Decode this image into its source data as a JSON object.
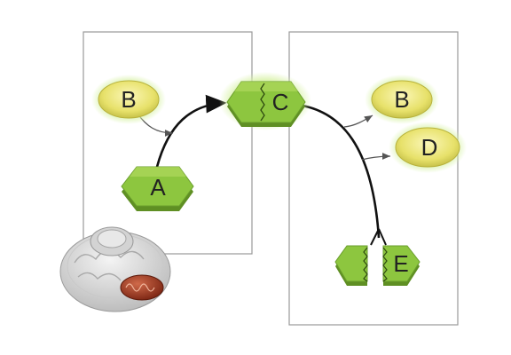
{
  "diagram": {
    "nodes": {
      "b_left": {
        "label": "B",
        "shape": "oval-glow"
      },
      "a": {
        "label": "A",
        "shape": "hexagon"
      },
      "c": {
        "label": "C",
        "shape": "hexagon-notched-glow"
      },
      "b_right": {
        "label": "B",
        "shape": "oval-glow"
      },
      "d": {
        "label": "D",
        "shape": "oval-glow"
      },
      "e": {
        "label": "E",
        "shape": "hexagon-split"
      }
    },
    "colors": {
      "hex_fill": "#8dc63f",
      "hex_top": "#b5dc62",
      "hex_shadow": "#5f8f23",
      "oval_fill": "#e7e16a",
      "glow": "#c8ec8a",
      "panel_border": "#9a9a9a",
      "arrow": "#111111"
    },
    "icons": [
      "cell-icon",
      "mitochondrion-icon"
    ]
  }
}
